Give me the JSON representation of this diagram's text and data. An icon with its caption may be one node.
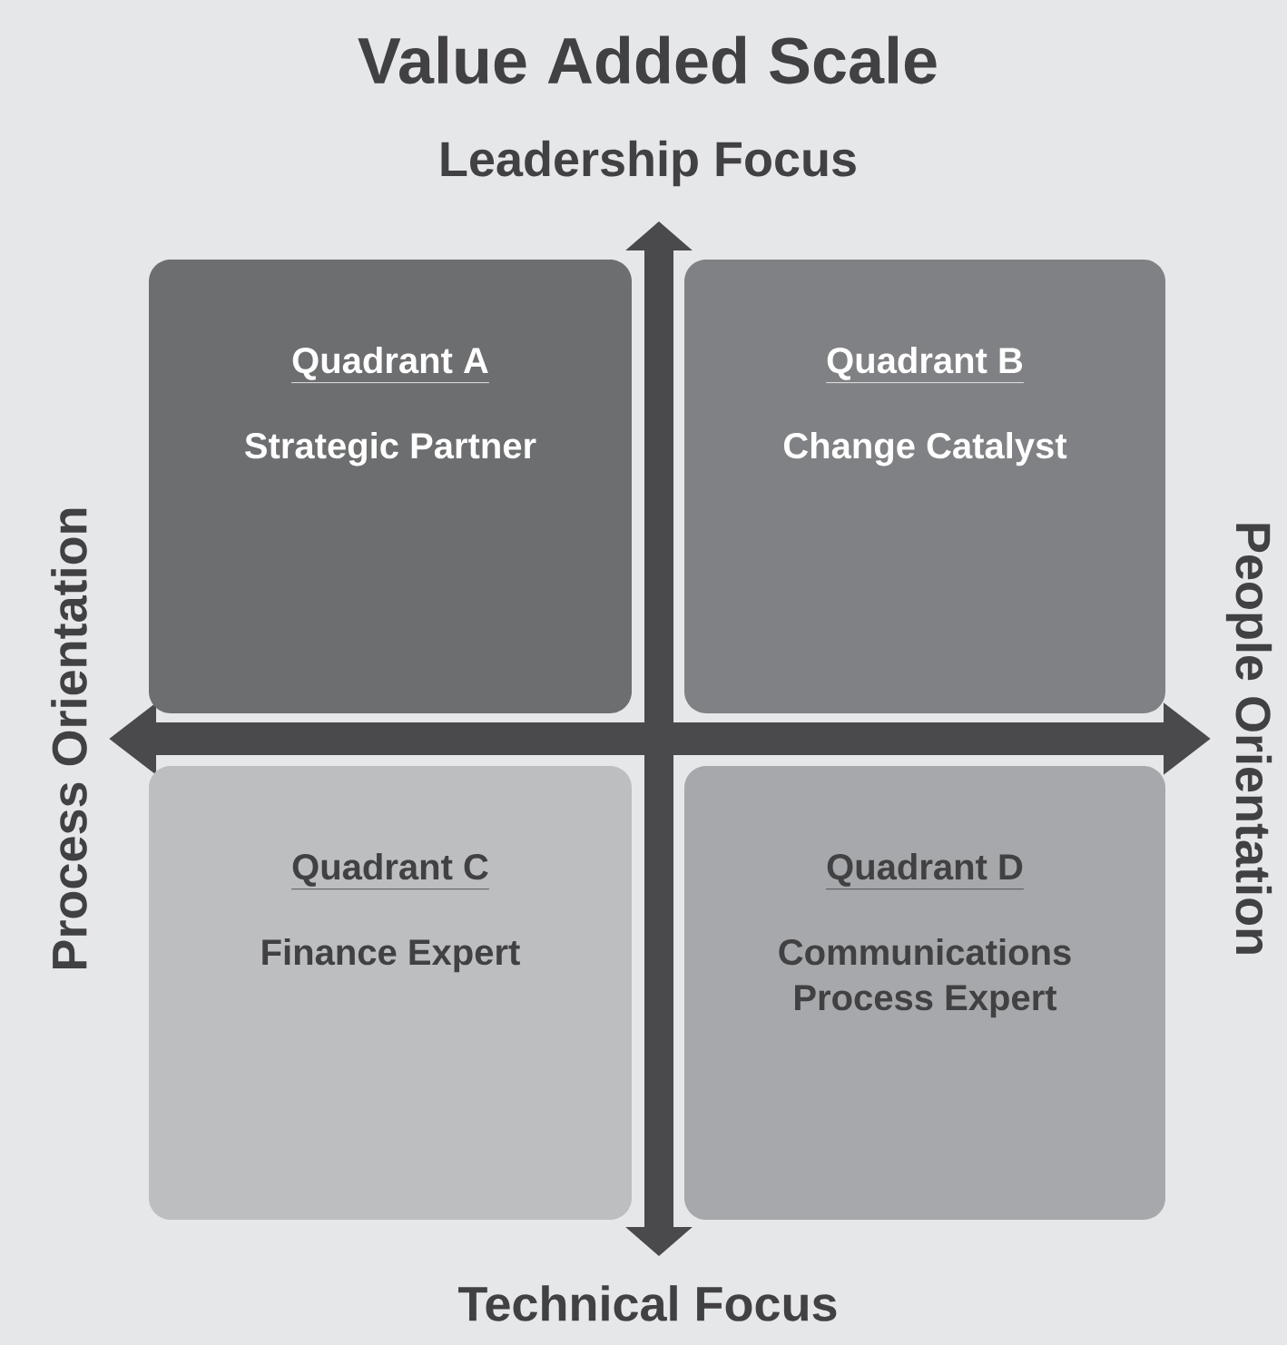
{
  "diagram": {
    "title": "Value Added Scale",
    "nodes": [
      {
        "text": [
          "Quadrant A",
          "Strategic Partner"
        ]
      },
      {
        "text": [
          "Quadrant B",
          "Change Catalyst"
        ]
      },
      {
        "text": [
          "Quadrant C",
          "Finance Expert"
        ]
      },
      {
        "text": [
          "Quadrant D",
          "Communications Process Expert"
        ]
      }
    ],
    "labels": [
      "Leadership Focus",
      "Process Orientation",
      "People Orientation",
      "Technical Focus"
    ]
  }
}
